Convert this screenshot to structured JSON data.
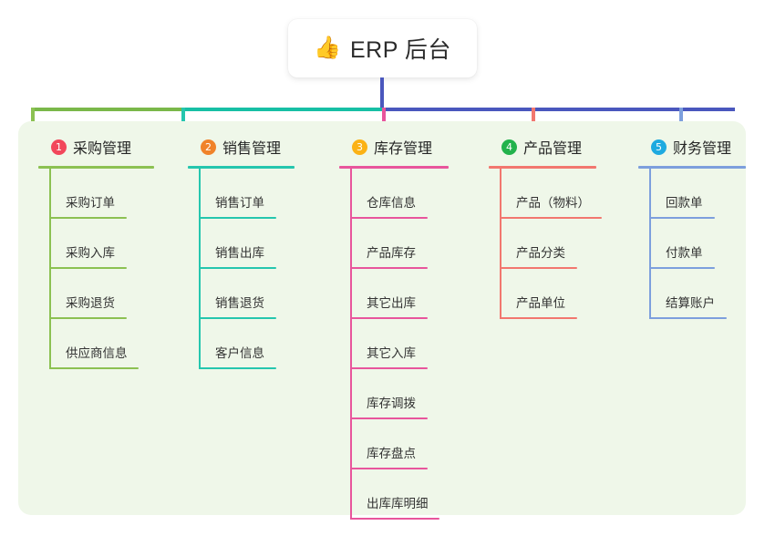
{
  "root": {
    "icon": "thumbs-up-icon",
    "icon_glyph": "👍",
    "title": "ERP 后台"
  },
  "palette": {
    "panel_background": "#eff7e9",
    "root_stem": "#4a57bd",
    "trunk_left": "#7ab84a",
    "trunk_mid": "#17bfa5",
    "trunk_right": "#4a57bd"
  },
  "columns": [
    {
      "number": "1",
      "badge_color": "#f2475b",
      "line_color": "#8cc152",
      "title": "采购管理",
      "header_rule_width": 127,
      "items": [
        {
          "label": "采购订单",
          "rule_width": 85
        },
        {
          "label": "采购入库",
          "rule_width": 85
        },
        {
          "label": "采购退货",
          "rule_width": 85
        },
        {
          "label": "供应商信息",
          "rule_width": 98
        }
      ]
    },
    {
      "number": "2",
      "badge_color": "#f0832a",
      "line_color": "#25c6ae",
      "title": "销售管理",
      "header_rule_width": 117,
      "items": [
        {
          "label": "销售订单",
          "rule_width": 85
        },
        {
          "label": "销售出库",
          "rule_width": 85
        },
        {
          "label": "销售退货",
          "rule_width": 85
        },
        {
          "label": "客户信息",
          "rule_width": 85
        }
      ]
    },
    {
      "number": "3",
      "badge_color": "#fbb215",
      "line_color": "#e8559c",
      "title": "库存管理",
      "header_rule_width": 120,
      "items": [
        {
          "label": "仓库信息",
          "rule_width": 85
        },
        {
          "label": "产品库存",
          "rule_width": 85
        },
        {
          "label": "其它出库",
          "rule_width": 85
        },
        {
          "label": "其它入库",
          "rule_width": 85
        },
        {
          "label": "库存调拨",
          "rule_width": 85
        },
        {
          "label": "库存盘点",
          "rule_width": 85
        },
        {
          "label": "出库库明细",
          "rule_width": 98
        }
      ]
    },
    {
      "number": "4",
      "badge_color": "#22b24c",
      "line_color": "#f2776f",
      "title": "产品管理",
      "header_rule_width": 118,
      "items": [
        {
          "label": "产品（物料）",
          "rule_width": 112
        },
        {
          "label": "产品分类",
          "rule_width": 85
        },
        {
          "label": "产品单位",
          "rule_width": 85
        }
      ]
    },
    {
      "number": "5",
      "badge_color": "#1eaae0",
      "line_color": "#7d9fdd",
      "title": "财务管理",
      "header_rule_width": 118,
      "items": [
        {
          "label": "回款单",
          "rule_width": 72
        },
        {
          "label": "付款单",
          "rule_width": 72
        },
        {
          "label": "结算账户",
          "rule_width": 85
        }
      ]
    }
  ]
}
